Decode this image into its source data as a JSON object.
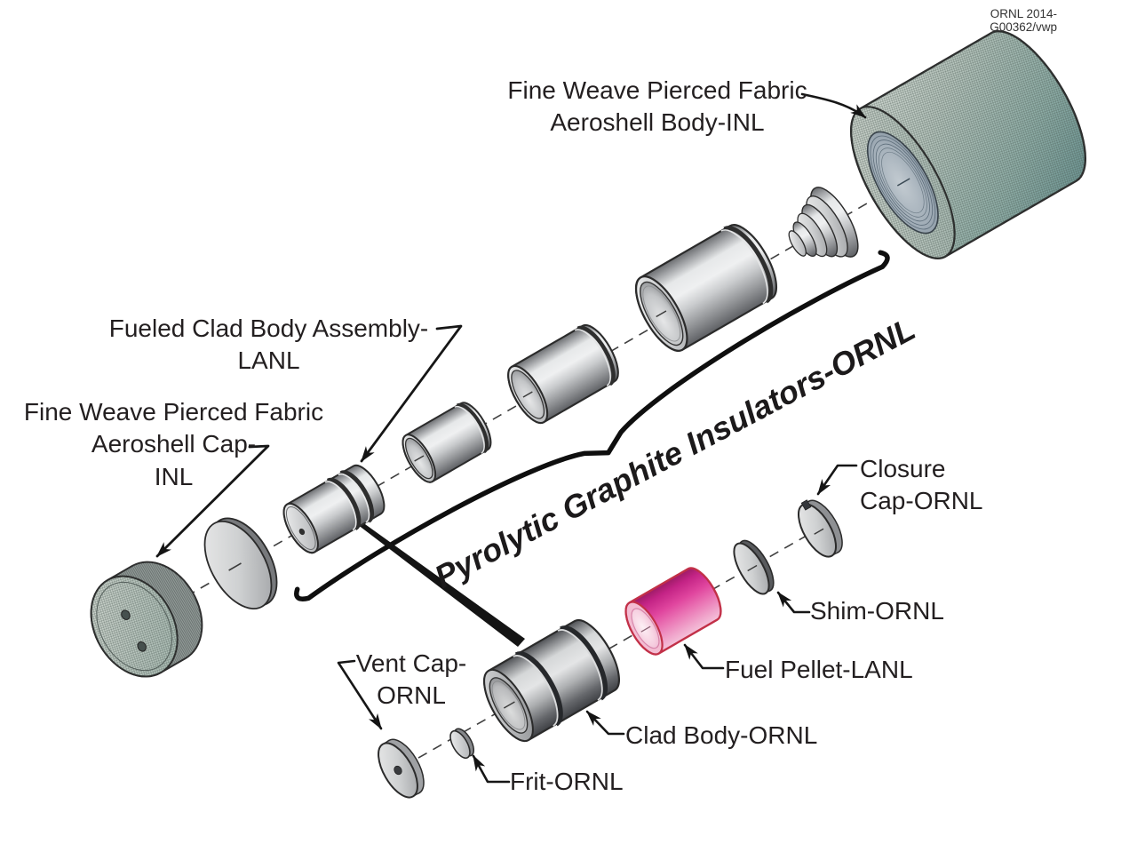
{
  "figure": {
    "corner_note": "ORNL 2014-G00362/vwp"
  },
  "labels": {
    "aeroshell_body": [
      "Fine Weave Pierced Fabric",
      "Aeroshell Body-INL"
    ],
    "fueled_clad_assembly": [
      "Fueled Clad Body Assembly-",
      "LANL"
    ],
    "aeroshell_cap": [
      "Fine Weave Pierced Fabric",
      "Aeroshell Cap-",
      "INL"
    ],
    "pyrolytic_insulators": "Pyrolytic Graphite Insulators-ORNL",
    "closure_cap": [
      "Closure",
      "Cap-ORNL"
    ],
    "shim": "Shim-ORNL",
    "fuel_pellet": "Fuel Pellet-LANL",
    "clad_body": "Clad Body-ORNL",
    "vent_cap": [
      "Vent Cap-",
      "ORNL"
    ],
    "frit": "Frit-ORNL"
  },
  "colors": {
    "background": "#ffffff",
    "line_art": "#1a1a1a",
    "metal_gray": "#c9cbcd",
    "clad_gray": "#8a8c8f",
    "fabric_teal": "#8fafaa",
    "fuel_pellet_magenta": "#d6268a",
    "fuel_pellet_outline": "#c23048"
  }
}
